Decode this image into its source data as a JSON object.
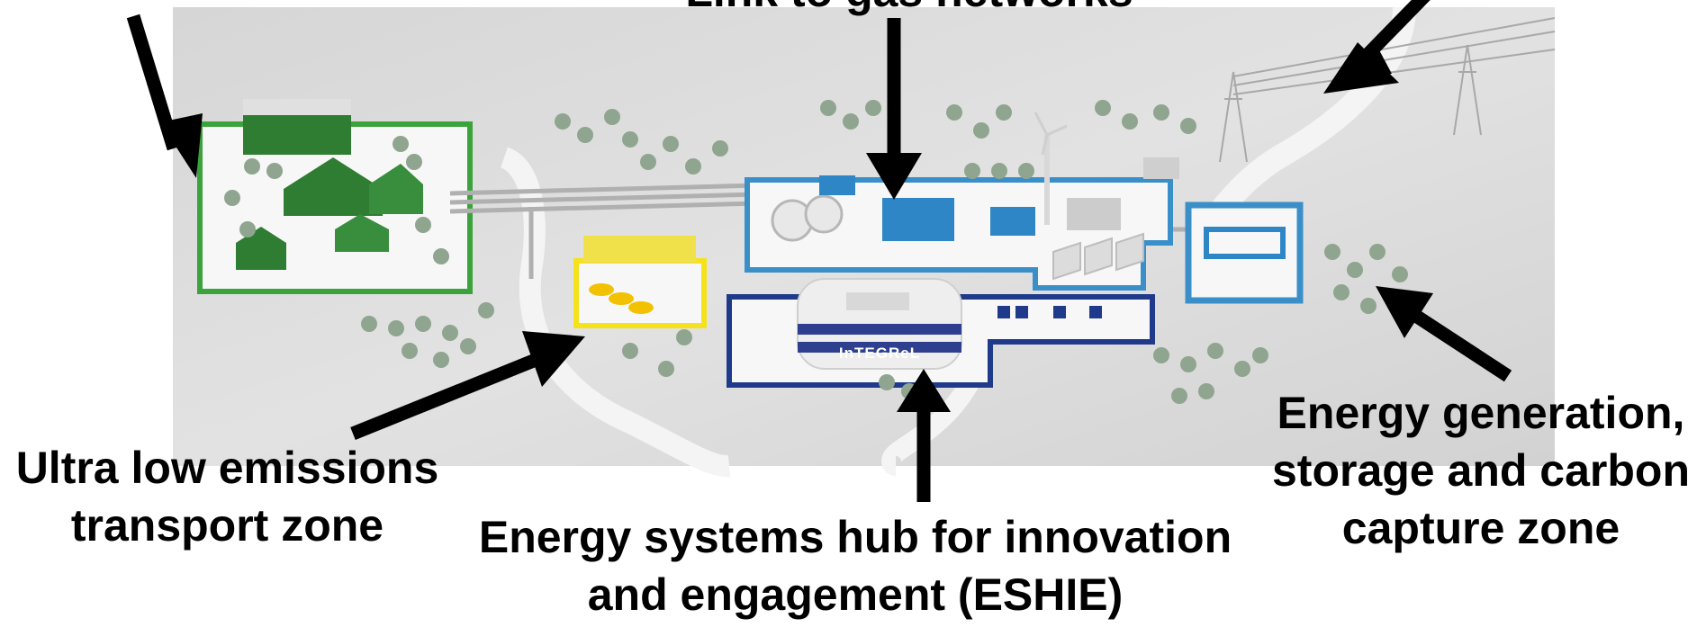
{
  "labels": {
    "gas_network": "Link to gas networks",
    "transport_zone": [
      "Ultra low emissions",
      "transport zone"
    ],
    "eshie": [
      "Energy systems hub for innovation",
      "and engagement (ESHIE)"
    ],
    "generation_zone": [
      "Energy generation,",
      "storage and carbon",
      "capture zone"
    ]
  },
  "hub_sign": "InTEGReL",
  "colors": {
    "background": "#dcdcdc",
    "residential_border": "#3ca33c",
    "transport_border": "#f5e21b",
    "eshie_border": "#1f3a8a",
    "generation_border": "#3b8fc9",
    "arrow": "#000000"
  }
}
